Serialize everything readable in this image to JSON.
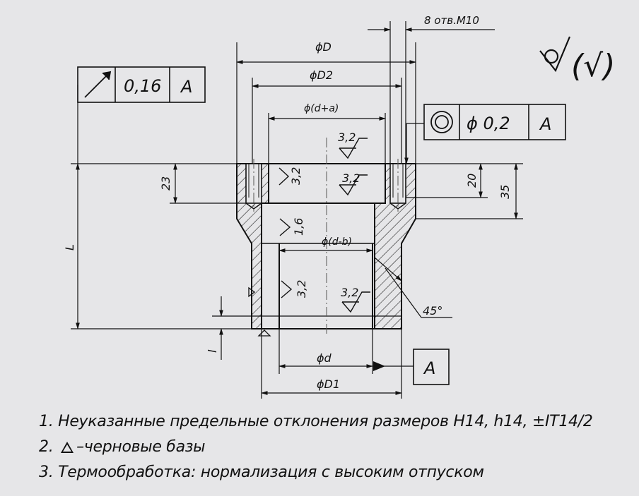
{
  "colors": {
    "background": "#e6e6e8",
    "line": "#111111"
  },
  "dimensions": {
    "D": "ϕD",
    "D2": "ϕD2",
    "d_plus_a": "ϕ(d+a)",
    "d_minus_b": "ϕ(d-b)",
    "d": "ϕd",
    "D1": "ϕD1",
    "thread_depth": "23",
    "hole_depth": "20",
    "counterbore_depth": "35",
    "length_L": "L",
    "length_l": "l",
    "chamfer_angle": "45°",
    "holes": "8 отв.М10"
  },
  "roughness": {
    "r32": "3,2",
    "r16": "1,6",
    "default_symbol": "(√)"
  },
  "tolerance_frames": {
    "runout": {
      "symbol": "runout-arrow-icon",
      "value": "0,16",
      "datum": "A"
    },
    "concentricity": {
      "symbol": "concentricity-icon",
      "value": "ϕ 0,2",
      "datum": "A"
    },
    "datum_label": "A"
  },
  "notes": [
    "1. Неуказанные предельные отклонения размеров H14, h14, ±IT14/2",
    "2.",
    "–черновые базы",
    "3. Термообработка: нормализация с высоким отпуском"
  ]
}
